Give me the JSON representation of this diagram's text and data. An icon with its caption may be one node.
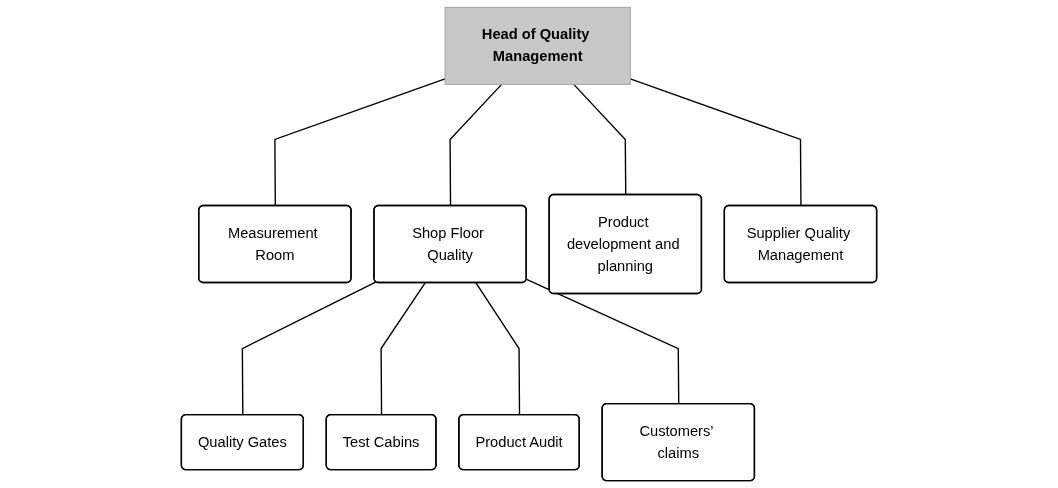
{
  "diagram": {
    "nodes": [
      {
        "text": [
          "Head of Quality Management"
        ]
      },
      {
        "text": [
          "Measurement Room"
        ]
      },
      {
        "text": [
          "Shop Floor Quality"
        ]
      },
      {
        "text": [
          "Product development and planning"
        ]
      },
      {
        "text": [
          "Supplier Quality Management"
        ]
      },
      {
        "text": [
          "Quality Gates"
        ]
      },
      {
        "text": [
          "Test Cabins"
        ]
      },
      {
        "text": [
          "Product Audit"
        ]
      },
      {
        "text": [
          "Customers’ claims"
        ]
      }
    ],
    "edges": [
      {
        "from": 0,
        "to": 1,
        "arrow": "none"
      },
      {
        "from": 0,
        "to": 2,
        "arrow": "none"
      },
      {
        "from": 0,
        "to": 3,
        "arrow": "none"
      },
      {
        "from": 0,
        "to": 4,
        "arrow": "none"
      },
      {
        "from": 2,
        "to": 5,
        "arrow": "none"
      },
      {
        "from": 2,
        "to": 6,
        "arrow": "none"
      },
      {
        "from": 2,
        "to": 7,
        "arrow": "none"
      },
      {
        "from": 2,
        "to": 8,
        "arrow": "none"
      }
    ]
  }
}
